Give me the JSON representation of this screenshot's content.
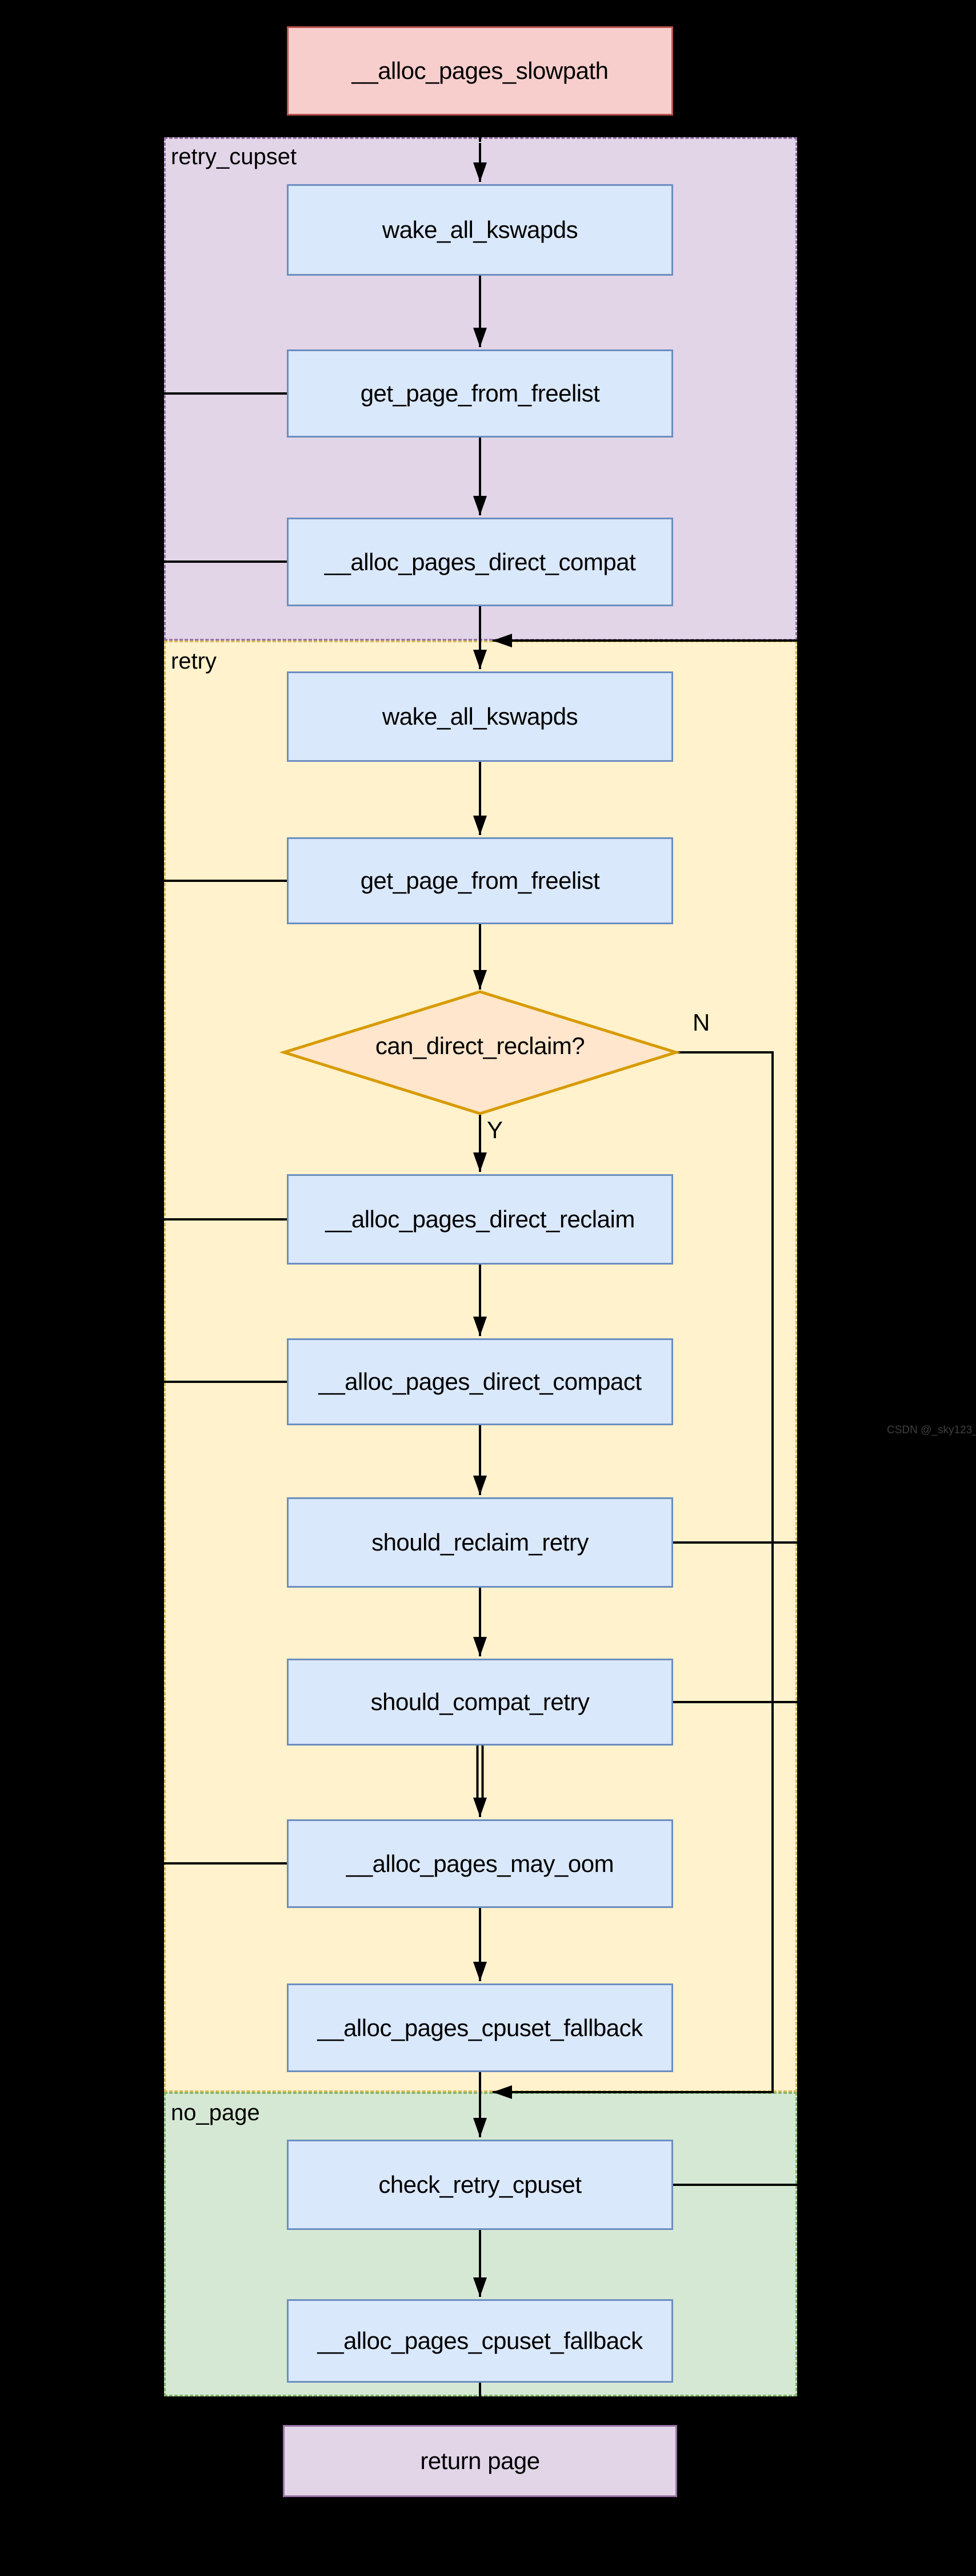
{
  "regions": {
    "retry_cupset": {
      "label": "retry_cupset",
      "fill": "#e1d5e7",
      "border": "#9673a6"
    },
    "retry": {
      "label": "retry",
      "fill": "#fff2cc",
      "border": "#d6b656"
    },
    "no_page": {
      "label": "no_page",
      "fill": "#d5e8d4",
      "border": "#82b366"
    }
  },
  "nodes": {
    "slowpath": {
      "label": "__alloc_pages_slowpath",
      "fill": "#f8cecc",
      "border": "#b85450"
    },
    "wake1": {
      "label": "wake_all_kswapds",
      "fill": "#dae8fc",
      "border": "#6c8ebf"
    },
    "gpff1": {
      "label": "get_page_from_freelist",
      "fill": "#dae8fc",
      "border": "#6c8ebf"
    },
    "direct_compat": {
      "label": "__alloc_pages_direct_compat",
      "fill": "#dae8fc",
      "border": "#6c8ebf"
    },
    "wake2": {
      "label": "wake_all_kswapds",
      "fill": "#dae8fc",
      "border": "#6c8ebf"
    },
    "gpff2": {
      "label": "get_page_from_freelist",
      "fill": "#dae8fc",
      "border": "#6c8ebf"
    },
    "decision": {
      "label": "can_direct_reclaim?",
      "fill": "#ffe6cc",
      "border": "#d79b00"
    },
    "direct_reclaim": {
      "label": "__alloc_pages_direct_reclaim",
      "fill": "#dae8fc",
      "border": "#6c8ebf"
    },
    "direct_compact": {
      "label": "__alloc_pages_direct_compact",
      "fill": "#dae8fc",
      "border": "#6c8ebf"
    },
    "should_reclaim": {
      "label": "should_reclaim_retry",
      "fill": "#dae8fc",
      "border": "#6c8ebf"
    },
    "should_compat": {
      "label": "should_compat_retry",
      "fill": "#dae8fc",
      "border": "#6c8ebf"
    },
    "may_oom": {
      "label": "__alloc_pages_may_oom",
      "fill": "#dae8fc",
      "border": "#6c8ebf"
    },
    "cpuset_fallback1": {
      "label": "__alloc_pages_cpuset_fallback",
      "fill": "#dae8fc",
      "border": "#6c8ebf"
    },
    "check_retry": {
      "label": "check_retry_cpuset",
      "fill": "#dae8fc",
      "border": "#6c8ebf"
    },
    "cpuset_fallback2": {
      "label": "__alloc_pages_cpuset_fallback",
      "fill": "#dae8fc",
      "border": "#6c8ebf"
    },
    "return_page": {
      "label": "return page",
      "fill": "#e1d5e7",
      "border": "#9673a6"
    }
  },
  "decision_branches": {
    "yes": "Y",
    "no": "N"
  },
  "watermark": "CSDN @_sky123_",
  "colors": {
    "background": "#000000",
    "edge": "#000000",
    "process_fill": "#dae8fc",
    "process_border": "#6c8ebf",
    "start_fill": "#f8cecc",
    "start_border": "#b85450",
    "decision_fill": "#ffe6cc",
    "decision_border": "#d79b00",
    "end_fill": "#e1d5e7",
    "end_border": "#9673a6"
  }
}
